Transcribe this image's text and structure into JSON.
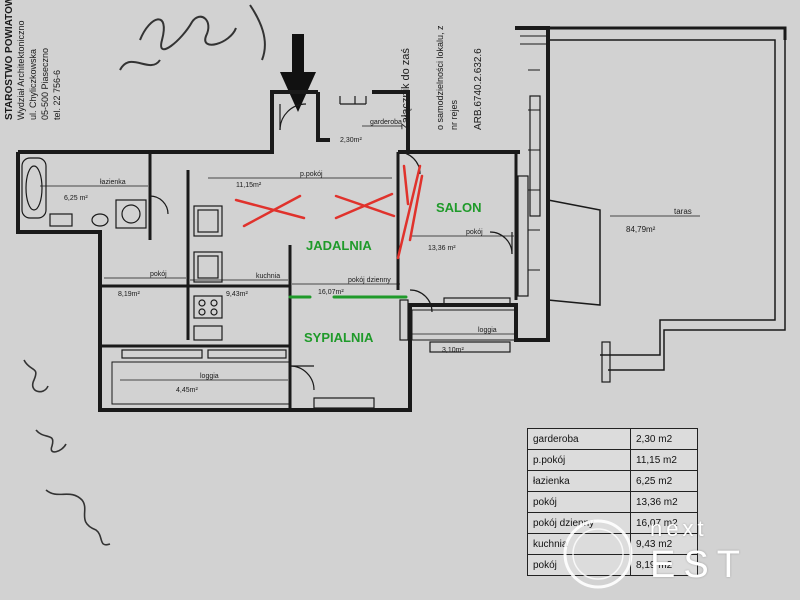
{
  "stamp": {
    "lines": [
      "STAROSTWO POWIATOWE",
      "Wydział Architektoniczno",
      "ul. Chyliczkowska",
      "05-500 Piaseczno",
      "tel. 22 756-6"
    ]
  },
  "attachment": {
    "lines": [
      "Załącznik do zaś",
      "o samodzielności lokalu, z",
      "nr rejes",
      "ARB.6740.2.632.6"
    ]
  },
  "rooms": {
    "garderoba": {
      "label": "garderoba",
      "area": "2,30m²"
    },
    "ppokoj": {
      "label": "p.pokój",
      "area": "11,15m²"
    },
    "lazienka": {
      "label": "łazienka",
      "area": "6,25 m²"
    },
    "salon": {
      "label": "pokój",
      "area": "13,36 m²"
    },
    "sypialnia_l": {
      "label": "pokój",
      "area": "8,19m²"
    },
    "kuchnia": {
      "label": "kuchnia",
      "area": "9,43m²"
    },
    "dzienny": {
      "label": "pokój dzienny",
      "area": "16,07m²"
    },
    "loggia_right": {
      "label": "loggia",
      "area": "3,10m²"
    },
    "loggia_left": {
      "label": "loggia",
      "area": "4,45m²"
    },
    "taras": {
      "label": "taras",
      "area": "84,79m²"
    }
  },
  "annotations": {
    "salon": "SALON",
    "jadalnia": "JADALNIA",
    "sypialnia": "SYPIALNIA"
  },
  "legend": [
    {
      "name": "garderoba",
      "area": "2,30 m2"
    },
    {
      "name": "p.pokój",
      "area": "11,15 m2"
    },
    {
      "name": "łazienka",
      "area": "6,25 m2"
    },
    {
      "name": "pokój",
      "area": "13,36 m2"
    },
    {
      "name": "pokój dzienny",
      "area": "16,07 m2"
    },
    {
      "name": "kuchnia",
      "area": "9,43 m2"
    },
    {
      "name": "pokój",
      "area": "8,19 m2"
    }
  ],
  "logo": {
    "word1": "next",
    "word2": "EST"
  },
  "colors": {
    "paper": "#cfcfcf",
    "wall": "#1a1a1a",
    "red_mark": "#e0322c",
    "green_mark": "#1f9a2a",
    "logo": "#ffffff"
  }
}
